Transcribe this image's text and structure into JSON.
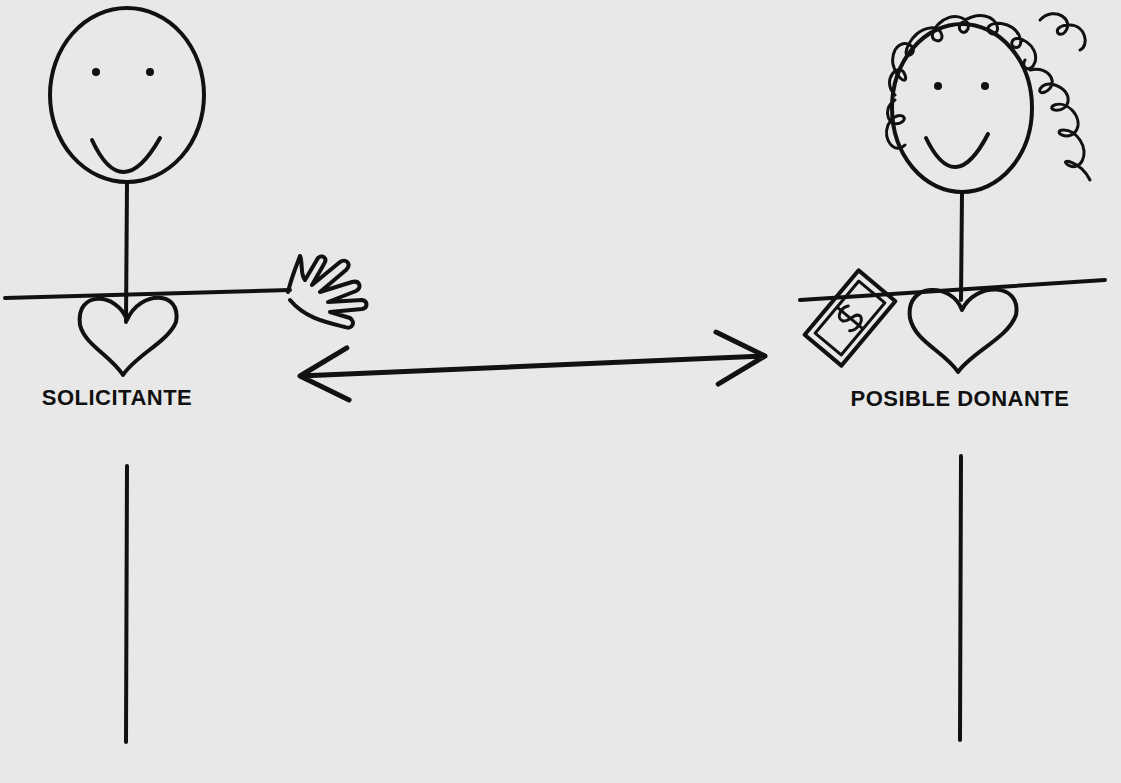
{
  "diagram": {
    "nodes": [
      {
        "text": [
          "SOLICITANTE"
        ]
      },
      {
        "text": [
          "POSIBLE DONANTE"
        ]
      }
    ],
    "edges": [
      {
        "from": 0,
        "to": 1,
        "arrow": "both"
      }
    ]
  }
}
